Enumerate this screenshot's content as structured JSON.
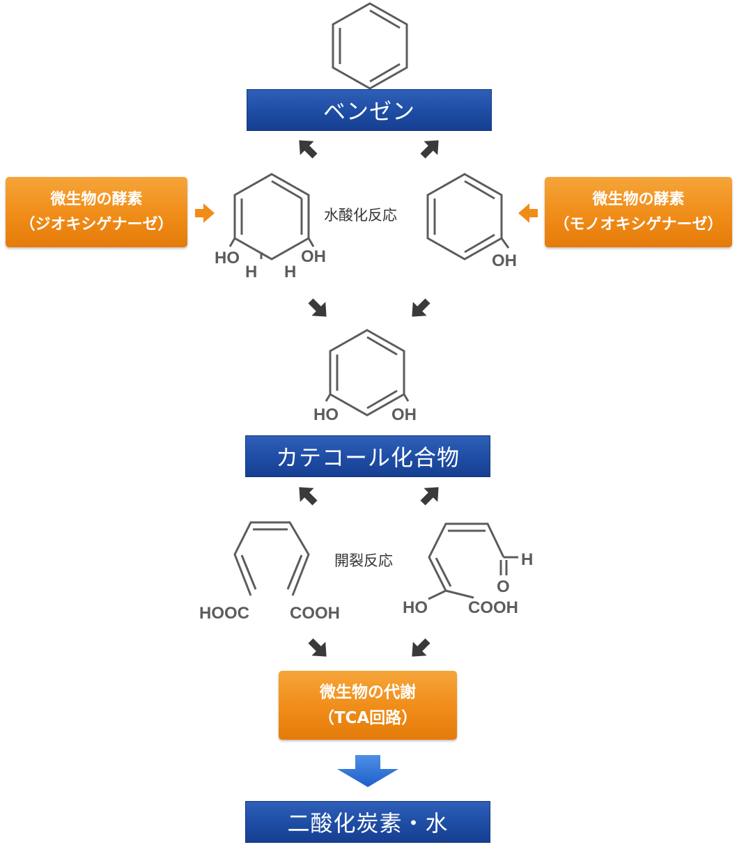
{
  "nodes": {
    "benzene": "ベンゼン",
    "catechol": "カテコール化合物",
    "tca_line1": "微生物の代謝",
    "tca_line2": "（TCA回路）",
    "final": "二酸化炭素・水"
  },
  "enzymes": {
    "left_line1": "微生物の酵素",
    "left_line2": "（ジオキシゲナーゼ）",
    "right_line1": "微生物の酵素",
    "right_line2": "（モノオキシゲナーゼ）"
  },
  "reactions": {
    "hydroxylation": "水酸化反応",
    "cleavage": "開裂反応"
  },
  "groups": {
    "diol_ho": "HO",
    "diol_h_left": "H",
    "diol_h_right": "H",
    "diol_oh": "OH",
    "phenol_oh": "OH",
    "catechol_ho": "HO",
    "catechol_oh": "OH",
    "diacid_left": "HOOC",
    "diacid_right": "COOH",
    "ald_h": "H",
    "ald_o": "O",
    "semi_ho": "HO",
    "semi_cooh": "COOH"
  },
  "colors": {
    "box_blue": "#1f4ea6",
    "box_orange": "#f08c18",
    "arrow_gray": "#3a3a3a",
    "structure_gray": "#5c5c5c"
  }
}
